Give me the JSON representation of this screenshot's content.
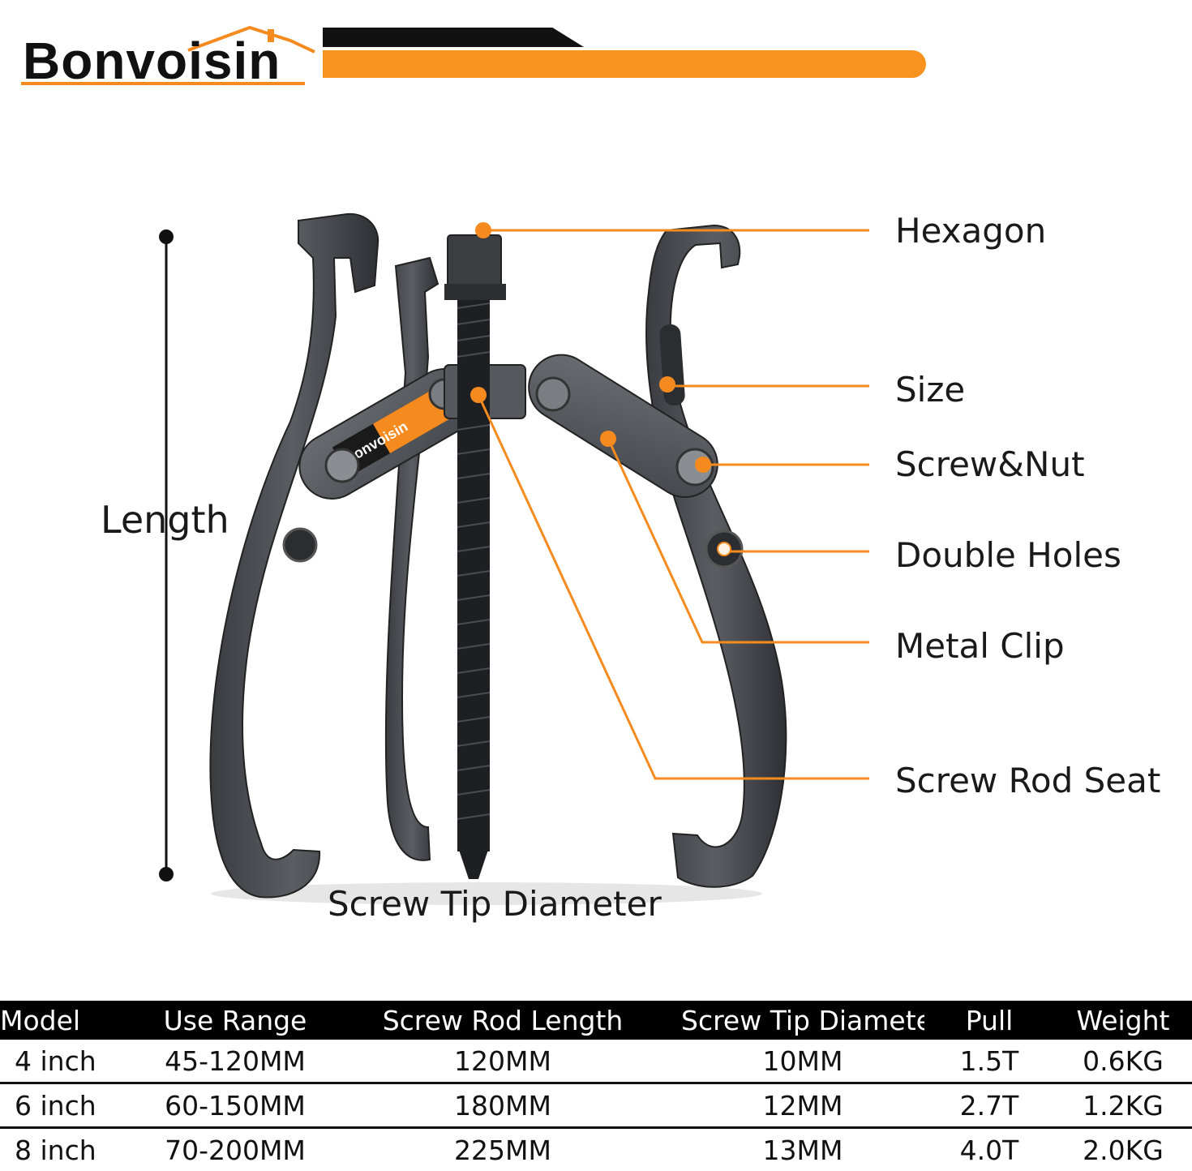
{
  "brand": {
    "name": "Bonvoisin",
    "accent_color": "#f7931e",
    "plate_text": "Bonvoisin"
  },
  "diagram": {
    "callouts": [
      "Hexagon",
      "Size",
      "Screw&Nut",
      "Double Holes",
      "Metal Clip",
      "Screw Rod Seat"
    ],
    "length_label": "Length",
    "tip_label": "Screw Tip Diameter"
  },
  "spec_table": {
    "headers": [
      "Model",
      "Use Range",
      "Screw Rod Length",
      "Screw Tip Diameter",
      "Pull",
      "Weight"
    ],
    "rows": [
      [
        "4 inch",
        "45-120MM",
        "120MM",
        "10MM",
        "1.5T",
        "0.6KG"
      ],
      [
        "6 inch",
        "60-150MM",
        "180MM",
        "12MM",
        "2.7T",
        "1.2KG"
      ],
      [
        "8 inch",
        "70-200MM",
        "225MM",
        "13MM",
        "4.0T",
        "2.0KG"
      ]
    ]
  }
}
